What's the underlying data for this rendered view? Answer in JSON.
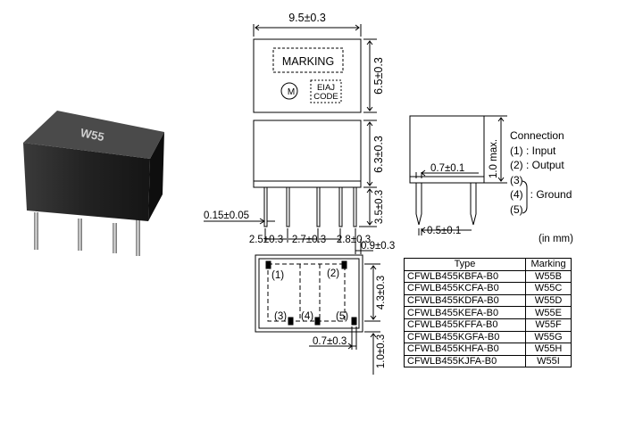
{
  "dimensions": {
    "top_width": "9.5±0.3",
    "top_height": "6.5±0.3",
    "body_height": "6.3±0.3",
    "pin_length": "3.5±0.3",
    "pin_thickness": "0.15±0.05",
    "pitch_1": "2.5±0.3",
    "pitch_2": "2.7±0.3",
    "pitch_3": "2.8±0.3",
    "end_offset": "0.9±0.3",
    "side_pin_width": "0.7±0.1",
    "side_pin_tip": "0.5±0.1",
    "side_max": "1.0 max.",
    "bottom_height": "4.3±0.3",
    "bottom_pin_width": "0.7±0.3",
    "bottom_offset": "1.0±0.3"
  },
  "top_view": {
    "marking": "MARKING",
    "eiaj_line1": "EIAJ",
    "eiaj_line2": "CODE",
    "logo": "M"
  },
  "bottom_view": {
    "pin1": "(1)",
    "pin2": "(2)",
    "pin3": "(3)",
    "pin4": "(4)",
    "pin5": "(5)"
  },
  "connection": {
    "title": "Connection",
    "line1": "(1)  : Input",
    "line2": "(2)  : Output",
    "line3": "(3)",
    "line4": "(4)",
    "line5": "(5)",
    "ground": ": Ground"
  },
  "unit_note": "(in mm)",
  "table": {
    "header_type": "Type",
    "header_marking": "Marking",
    "rows": [
      {
        "type": "CFWLB455KBFA-B0",
        "marking": "W55B"
      },
      {
        "type": "CFWLB455KCFA-B0",
        "marking": "W55C"
      },
      {
        "type": "CFWLB455KDFA-B0",
        "marking": "W55D"
      },
      {
        "type": "CFWLB455KEFA-B0",
        "marking": "W55E"
      },
      {
        "type": "CFWLB455KFFA-B0",
        "marking": "W55F"
      },
      {
        "type": "CFWLB455KGFA-B0",
        "marking": "W55G"
      },
      {
        "type": "CFWLB455KHFA-B0",
        "marking": "W55H"
      },
      {
        "type": "CFWLB455KJFA-B0",
        "marking": "W55I"
      }
    ]
  },
  "photo": {
    "top_marking": "W55"
  }
}
